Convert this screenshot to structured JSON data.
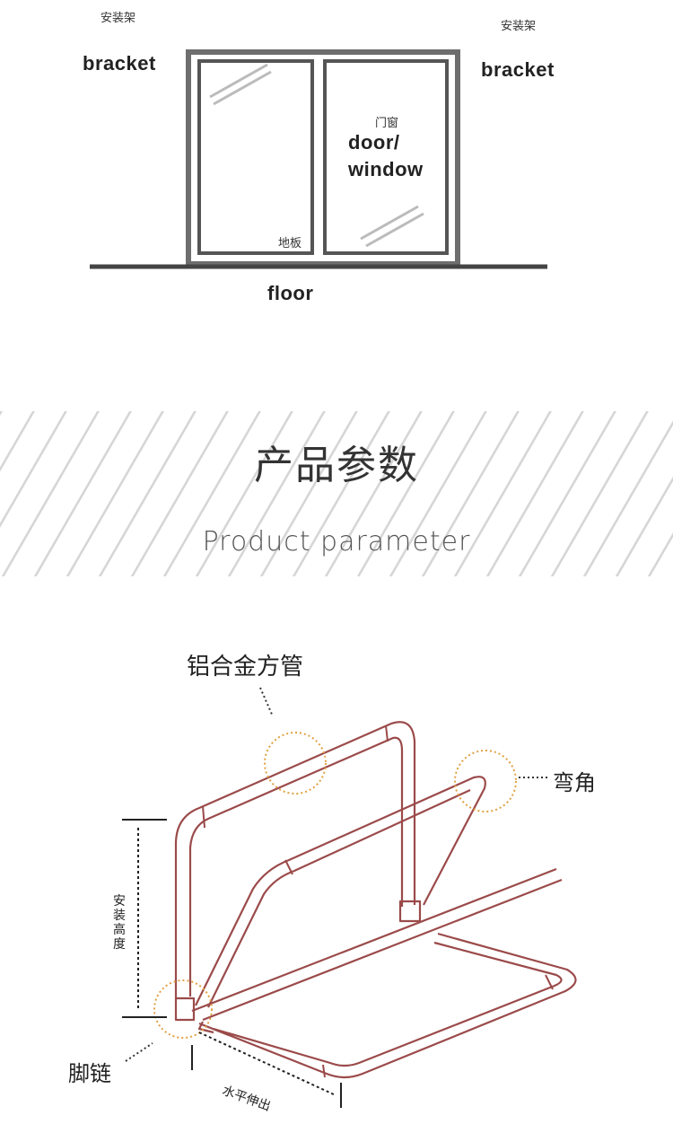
{
  "diagram": {
    "bracket_cn_left": "安装架",
    "bracket_en_left": "bracket",
    "bracket_cn_right": "安装架",
    "bracket_en_right": "bracket",
    "door_cn": "门窗",
    "door_en_line1": "door/",
    "door_en_line2": "window",
    "floor_cn": "地板",
    "floor_en": "floor"
  },
  "banner": {
    "title": "产品参数",
    "subtitle": "Product parameter"
  },
  "product": {
    "tube_label": "铝合金方管",
    "corner_label": "弯角",
    "height_label": "安装高度",
    "hinge_label": "脚链",
    "extend_label": "水平伸出"
  }
}
